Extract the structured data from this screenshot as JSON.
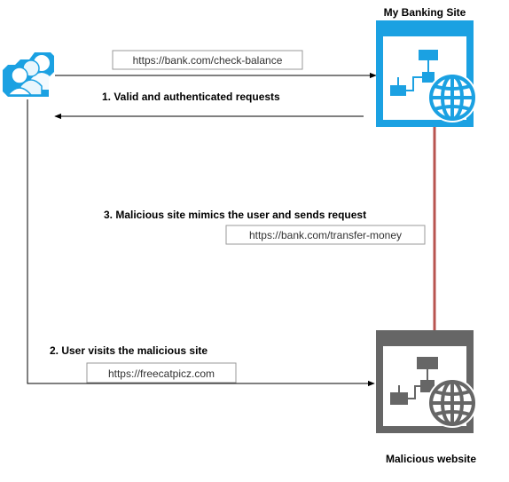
{
  "nodes": {
    "bank_site": {
      "title": "My Banking Site",
      "color": "#1ba1e2"
    },
    "malicious_site": {
      "title": "Malicious website",
      "color": "#666666"
    },
    "user": {
      "color": "#1ba1e2"
    }
  },
  "urls": {
    "check_balance": "https://bank.com/check-balance",
    "transfer_money": "https://bank.com/transfer-money",
    "freecatpicz": "https://freecatpicz.com"
  },
  "steps": {
    "step1": "1. Valid and authenticated requests",
    "step2": "2. User visits the malicious site",
    "step3": "3. Malicious site mimics the user and sends request"
  },
  "colors": {
    "arrow": "#000000",
    "malicious_arrow": "#b85450"
  }
}
